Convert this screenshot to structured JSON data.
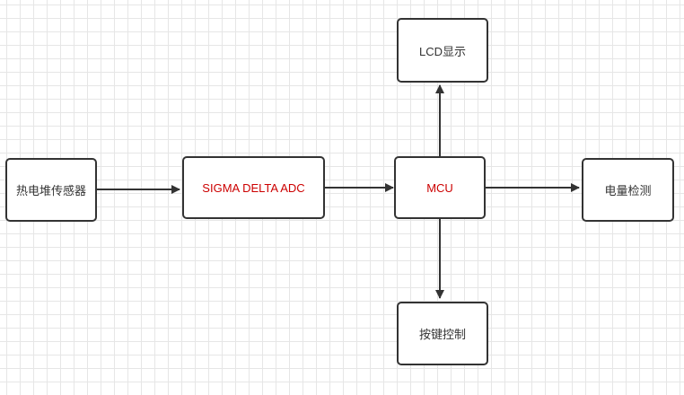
{
  "diagram": {
    "type": "block-diagram",
    "colors": {
      "stroke": "#333333",
      "text": "#333333",
      "highlight_text": "#cc0000",
      "grid": "#e6e6e6",
      "background": "#ffffff"
    },
    "nodes": {
      "sensor": {
        "label": "热电堆传感器",
        "highlight": false
      },
      "adc": {
        "label": "SIGMA DELTA ADC",
        "highlight": true
      },
      "mcu": {
        "label": "MCU",
        "highlight": true
      },
      "power": {
        "label": "电量检测",
        "highlight": false
      },
      "lcd": {
        "label": "LCD显示",
        "highlight": false
      },
      "keys": {
        "label": "按键控制",
        "highlight": false
      }
    },
    "edges": [
      {
        "from": "热电堆传感器",
        "to": "SIGMA DELTA ADC"
      },
      {
        "from": "SIGMA DELTA ADC",
        "to": "MCU"
      },
      {
        "from": "MCU",
        "to": "电量检测"
      },
      {
        "from": "MCU",
        "to": "LCD显示"
      },
      {
        "from": "MCU",
        "to": "按键控制"
      }
    ]
  }
}
